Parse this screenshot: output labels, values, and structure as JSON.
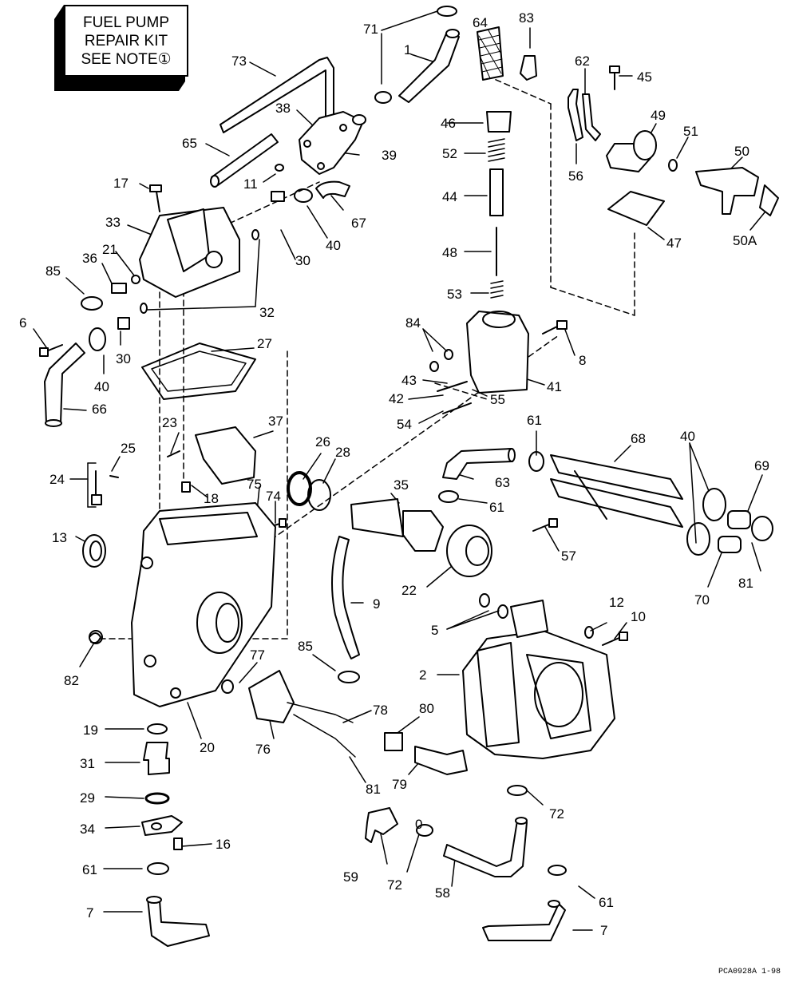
{
  "note_box": {
    "lines": [
      "FUEL PUMP",
      "REPAIR KIT",
      "SEE NOTE①"
    ]
  },
  "figure_code": "PCA0928A  1-98",
  "labels": {
    "l1": "1",
    "l2": "2",
    "l5": "5",
    "l6": "6",
    "l7a": "7",
    "l7b": "7",
    "l8": "8",
    "l9": "9",
    "l10": "10",
    "l11": "11",
    "l12": "12",
    "l13": "13",
    "l16": "16",
    "l17": "17",
    "l18": "18",
    "l19": "19",
    "l20": "20",
    "l21": "21",
    "l22": "22",
    "l23": "23",
    "l24": "24",
    "l25": "25",
    "l26": "26",
    "l27": "27",
    "l28": "28",
    "l29": "29",
    "l30a": "30",
    "l30b": "30",
    "l31": "31",
    "l32": "32",
    "l33": "33",
    "l34": "34",
    "l35": "35",
    "l36": "36",
    "l37": "37",
    "l38": "38",
    "l39": "39",
    "l40a": "40",
    "l40b": "40",
    "l40c": "40",
    "l41": "41",
    "l42": "42",
    "l43": "43",
    "l44": "44",
    "l45": "45",
    "l46": "46",
    "l47": "47",
    "l48": "48",
    "l49": "49",
    "l50": "50",
    "l50a": "50A",
    "l51": "51",
    "l52": "52",
    "l53": "53",
    "l54": "54",
    "l55": "55",
    "l56": "56",
    "l57": "57",
    "l58": "58",
    "l59": "59",
    "l61a": "61",
    "l61b": "61",
    "l61c": "61",
    "l61d": "61",
    "l62": "62",
    "l63": "63",
    "l64": "64",
    "l65": "65",
    "l66": "66",
    "l67": "67",
    "l68": "68",
    "l69": "69",
    "l70": "70",
    "l71": "71",
    "l72a": "72",
    "l72b": "72",
    "l73": "73",
    "l74": "74",
    "l75": "75",
    "l76": "76",
    "l77": "77",
    "l78": "78",
    "l79": "79",
    "l80": "80",
    "l81a": "81",
    "l81b": "81",
    "l82": "82",
    "l83": "83",
    "l84": "84",
    "l85a": "85",
    "l85b": "85",
    "l0": "0"
  },
  "colors": {
    "ink": "#000000",
    "paper": "#ffffff",
    "note_shadow": "#000000"
  }
}
